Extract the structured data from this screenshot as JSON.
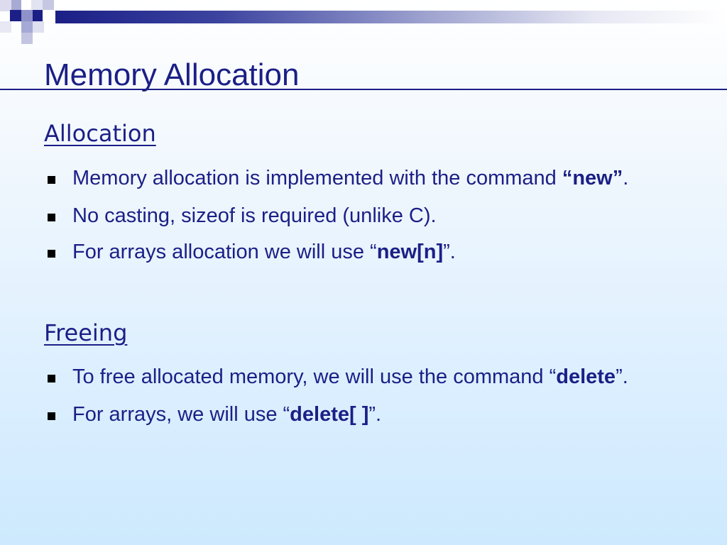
{
  "slide": {
    "title": "Memory Allocation"
  },
  "sections": [
    {
      "heading": "Allocation",
      "bullets": [
        {
          "before": "Memory allocation is implemented with the command ",
          "keyword": "“new”",
          "after": "."
        },
        {
          "before": "No casting, sizeof is required (unlike C).",
          "keyword": "",
          "after": ""
        },
        {
          "before": "For arrays allocation we will use “",
          "keyword": "new[n]",
          "after": "”."
        }
      ]
    },
    {
      "heading": "Freeing",
      "bullets": [
        {
          "before": "To free allocated memory, we will use the command “",
          "keyword": "delete",
          "after": "”."
        },
        {
          "before": "For arrays, we will use “",
          "keyword": "delete[ ]",
          "after": "”."
        }
      ]
    }
  ],
  "colors": {
    "text": "#1b1f86",
    "bullet": "#000000",
    "background_top": "#ffffff",
    "background_bottom": "#cde9fd"
  },
  "icons": {
    "bullet": "filled-square"
  }
}
